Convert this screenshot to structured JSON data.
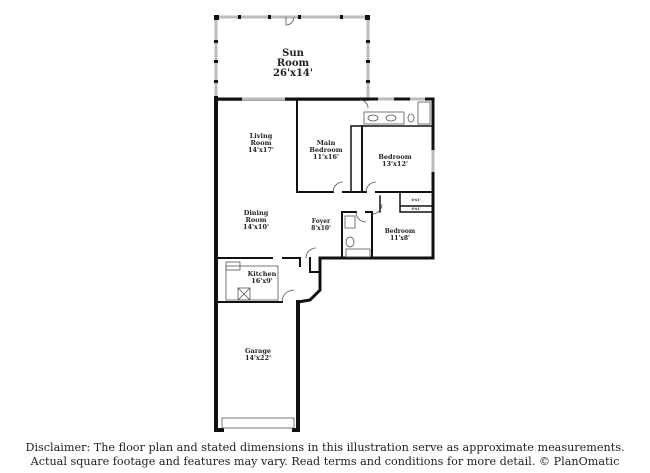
{
  "rooms": [
    {
      "name": "Sun Room",
      "line1": "Sun",
      "line2": "Room",
      "dims": "26'x14'"
    },
    {
      "name": "Living Room",
      "line1": "Living",
      "line2": "Room",
      "dims": "14'x17'"
    },
    {
      "name": "Main Bedroom",
      "line1": "Main",
      "line2": "Bedroom",
      "dims": "11'x16'"
    },
    {
      "name": "Bedroom",
      "line1": "Bedroom",
      "dims": "13'x12'"
    },
    {
      "name": "Dining Room",
      "line1": "Dining",
      "line2": "Room",
      "dims": "14'x10'"
    },
    {
      "name": "Foyer",
      "line1": "Foyer",
      "dims": "8'x10'"
    },
    {
      "name": "Bedroom",
      "line1": "Bedroom",
      "dims": "11'x8'"
    },
    {
      "name": "Kitchen",
      "line1": "Kitchen",
      "dims": "16'x9'"
    },
    {
      "name": "Garage",
      "line1": "Garage",
      "dims": "14'x22'"
    }
  ],
  "closets": [
    "6'x1'",
    "6'x1'"
  ],
  "disclaimer": {
    "line1": "Disclaimer: The floor plan and stated dimensions in this illustration serve as approximate measurements.",
    "line2": "Actual square footage and features may vary. Read terms and conditions for more detail. © PlanOmatic"
  }
}
